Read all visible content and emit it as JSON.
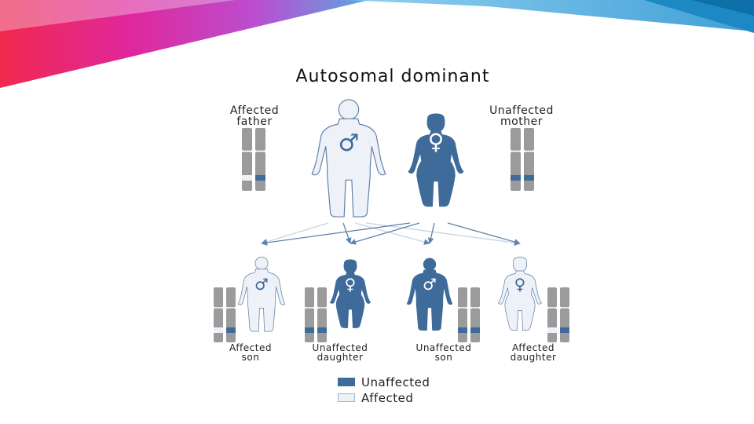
{
  "title": "Autosomal dominant",
  "colors": {
    "affected": "#eef2f8",
    "unaffected": "#3f6b9b",
    "chromosome": "#9b9b9b",
    "arrow": "#5e84ad",
    "banner_blue": "#2e9fd8",
    "banner_pink": "#e0299a",
    "banner_red": "#ee2f4f"
  },
  "parents": {
    "father": {
      "label": "Affected\nfather",
      "symbol": "♂",
      "status": "affected"
    },
    "mother": {
      "label": "Unaffected\nmother",
      "symbol": "♀",
      "status": "unaffected"
    }
  },
  "children": [
    {
      "label": "Affected\nson",
      "symbol": "♂",
      "status": "affected"
    },
    {
      "label": "Unaffected\ndaughter",
      "symbol": "♀",
      "status": "unaffected"
    },
    {
      "label": "Unaffected\nson",
      "symbol": "♂",
      "status": "unaffected"
    },
    {
      "label": "Affected\ndaughter",
      "symbol": "♀",
      "status": "affected"
    }
  ],
  "legend": [
    {
      "label": "Unaffected",
      "status": "unaffected"
    },
    {
      "label": "Affected",
      "status": "affected"
    }
  ]
}
